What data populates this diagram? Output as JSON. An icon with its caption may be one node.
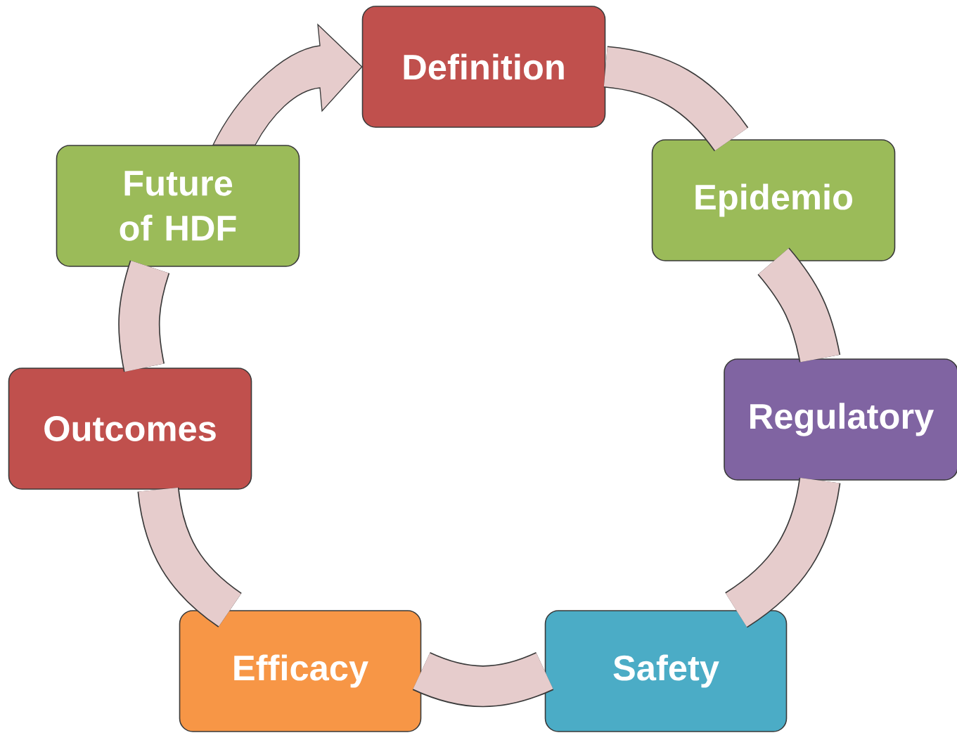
{
  "diagram": {
    "nodes": [
      {
        "text": [
          "Definition"
        ]
      },
      {
        "text": [
          "Epidemio"
        ]
      },
      {
        "text": [
          "Regulatory"
        ]
      },
      {
        "text": [
          "Safety"
        ]
      },
      {
        "text": [
          "Efficacy"
        ]
      },
      {
        "text": [
          "Outcomes"
        ]
      },
      {
        "text": [
          "Future of HDF"
        ]
      }
    ],
    "edges": [
      {
        "from": 0,
        "to": 1,
        "arrow": "none"
      },
      {
        "from": 1,
        "to": 2,
        "arrow": "none"
      },
      {
        "from": 2,
        "to": 3,
        "arrow": "none"
      },
      {
        "from": 3,
        "to": 4,
        "arrow": "none"
      },
      {
        "from": 4,
        "to": 5,
        "arrow": "none"
      },
      {
        "from": 5,
        "to": 6,
        "arrow": "none"
      },
      {
        "from": 6,
        "to": 0,
        "arrow": "to"
      }
    ]
  }
}
